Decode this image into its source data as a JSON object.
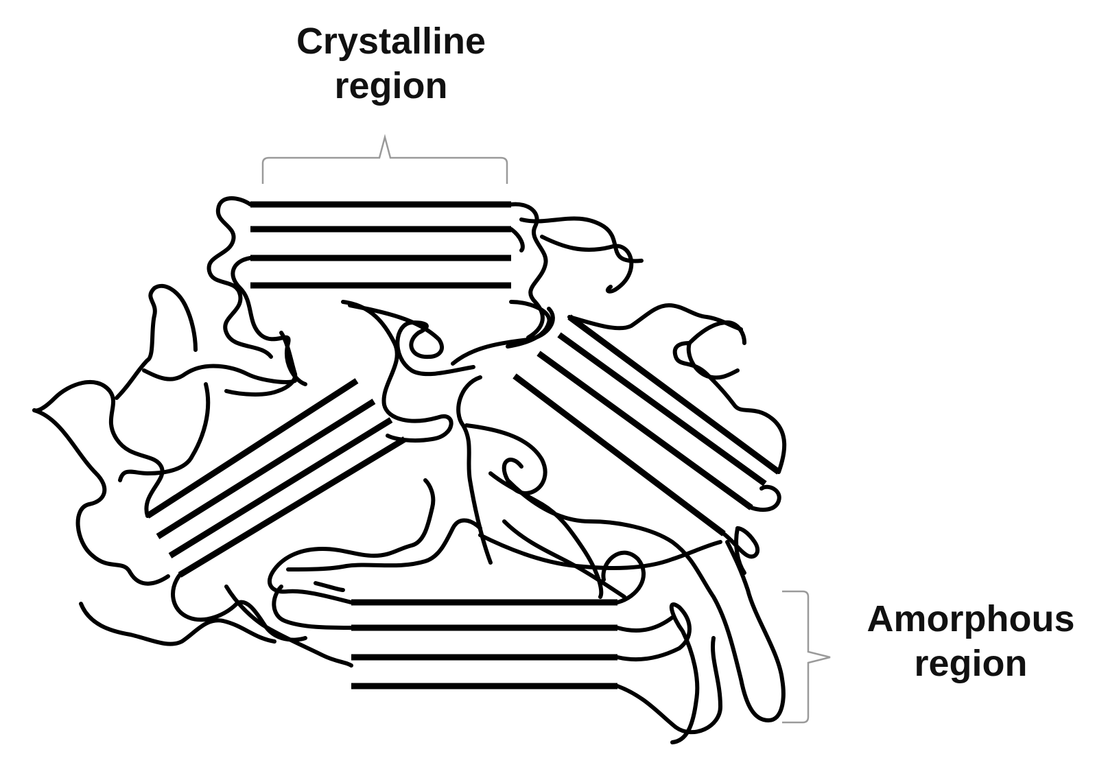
{
  "labels": {
    "crystalline": {
      "line1": "Crystalline",
      "line2": "region"
    },
    "amorphous": {
      "line1": "Amorphous",
      "line2": "region"
    }
  },
  "colors": {
    "ink": "#000000",
    "bracket": "#9a9a9a",
    "background": "#ffffff"
  }
}
